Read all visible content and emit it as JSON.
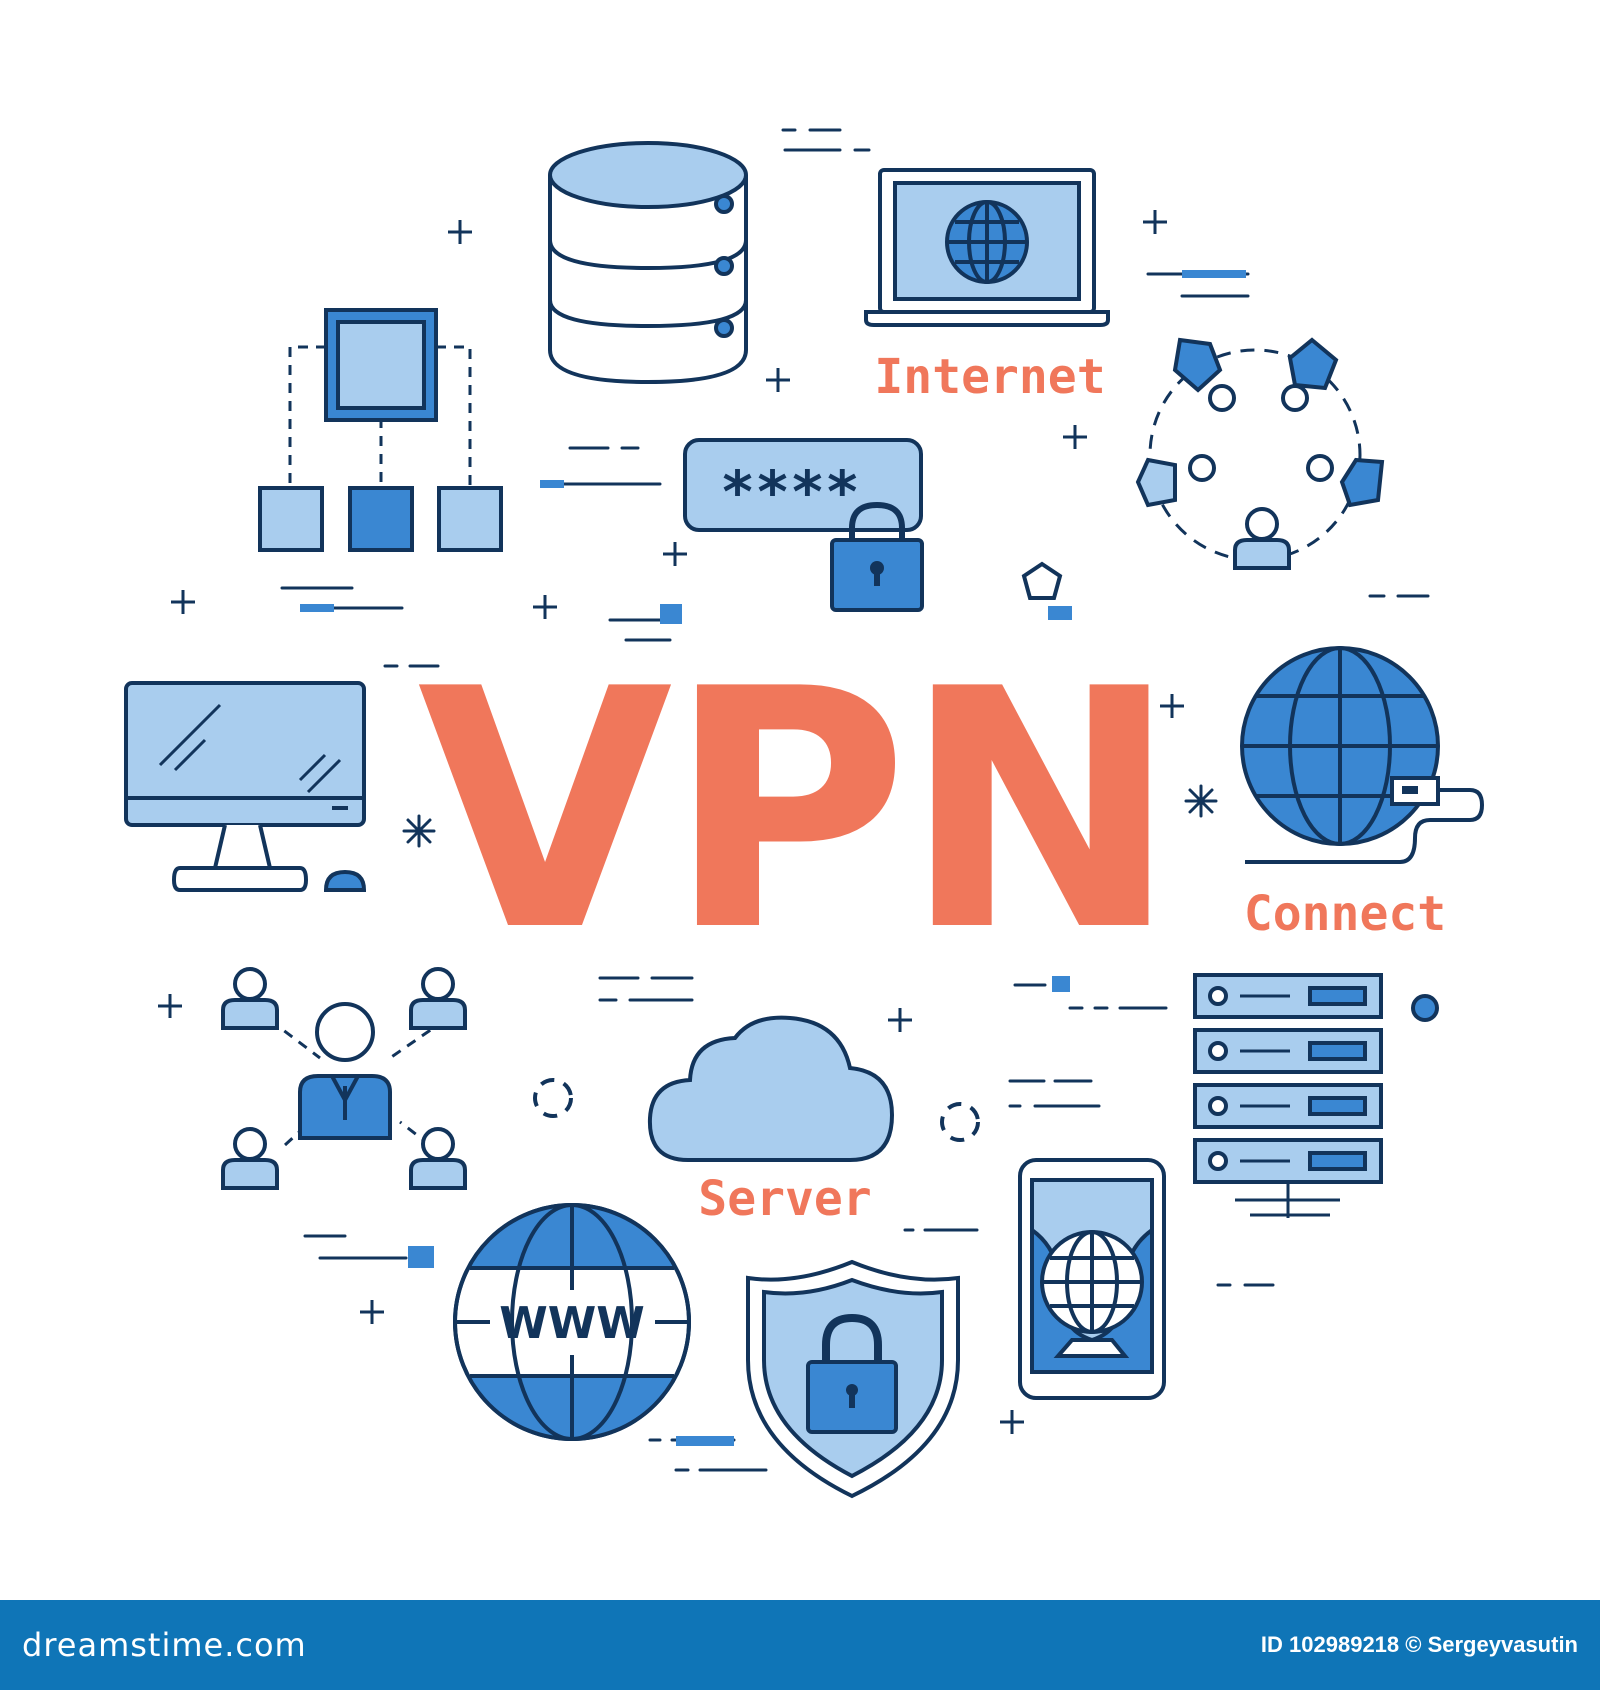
{
  "title": "VPN",
  "labels": {
    "internet": "Internet",
    "connect": "Connect",
    "server": "Server"
  },
  "password_field": "****",
  "globe_text": "WWW",
  "footer": {
    "brand": "dreamstime.com",
    "credit": "ID 102989218 © Sergeyvasutin"
  },
  "colors": {
    "accent": "#f0775b",
    "stroke": "#12345b",
    "fill_light": "#a9cdee",
    "fill_mid": "#3a87d2",
    "footer": "#0f75b7"
  },
  "icons": [
    "database-icon",
    "laptop-globe-icon",
    "hierarchy-icon",
    "password-lock-icon",
    "people-circle-icon",
    "desktop-monitor-icon",
    "globe-cable-icon",
    "team-network-icon",
    "server-rack-icon",
    "cloud-icon",
    "www-globe-icon",
    "shield-lock-icon",
    "smartphone-globe-icon"
  ]
}
